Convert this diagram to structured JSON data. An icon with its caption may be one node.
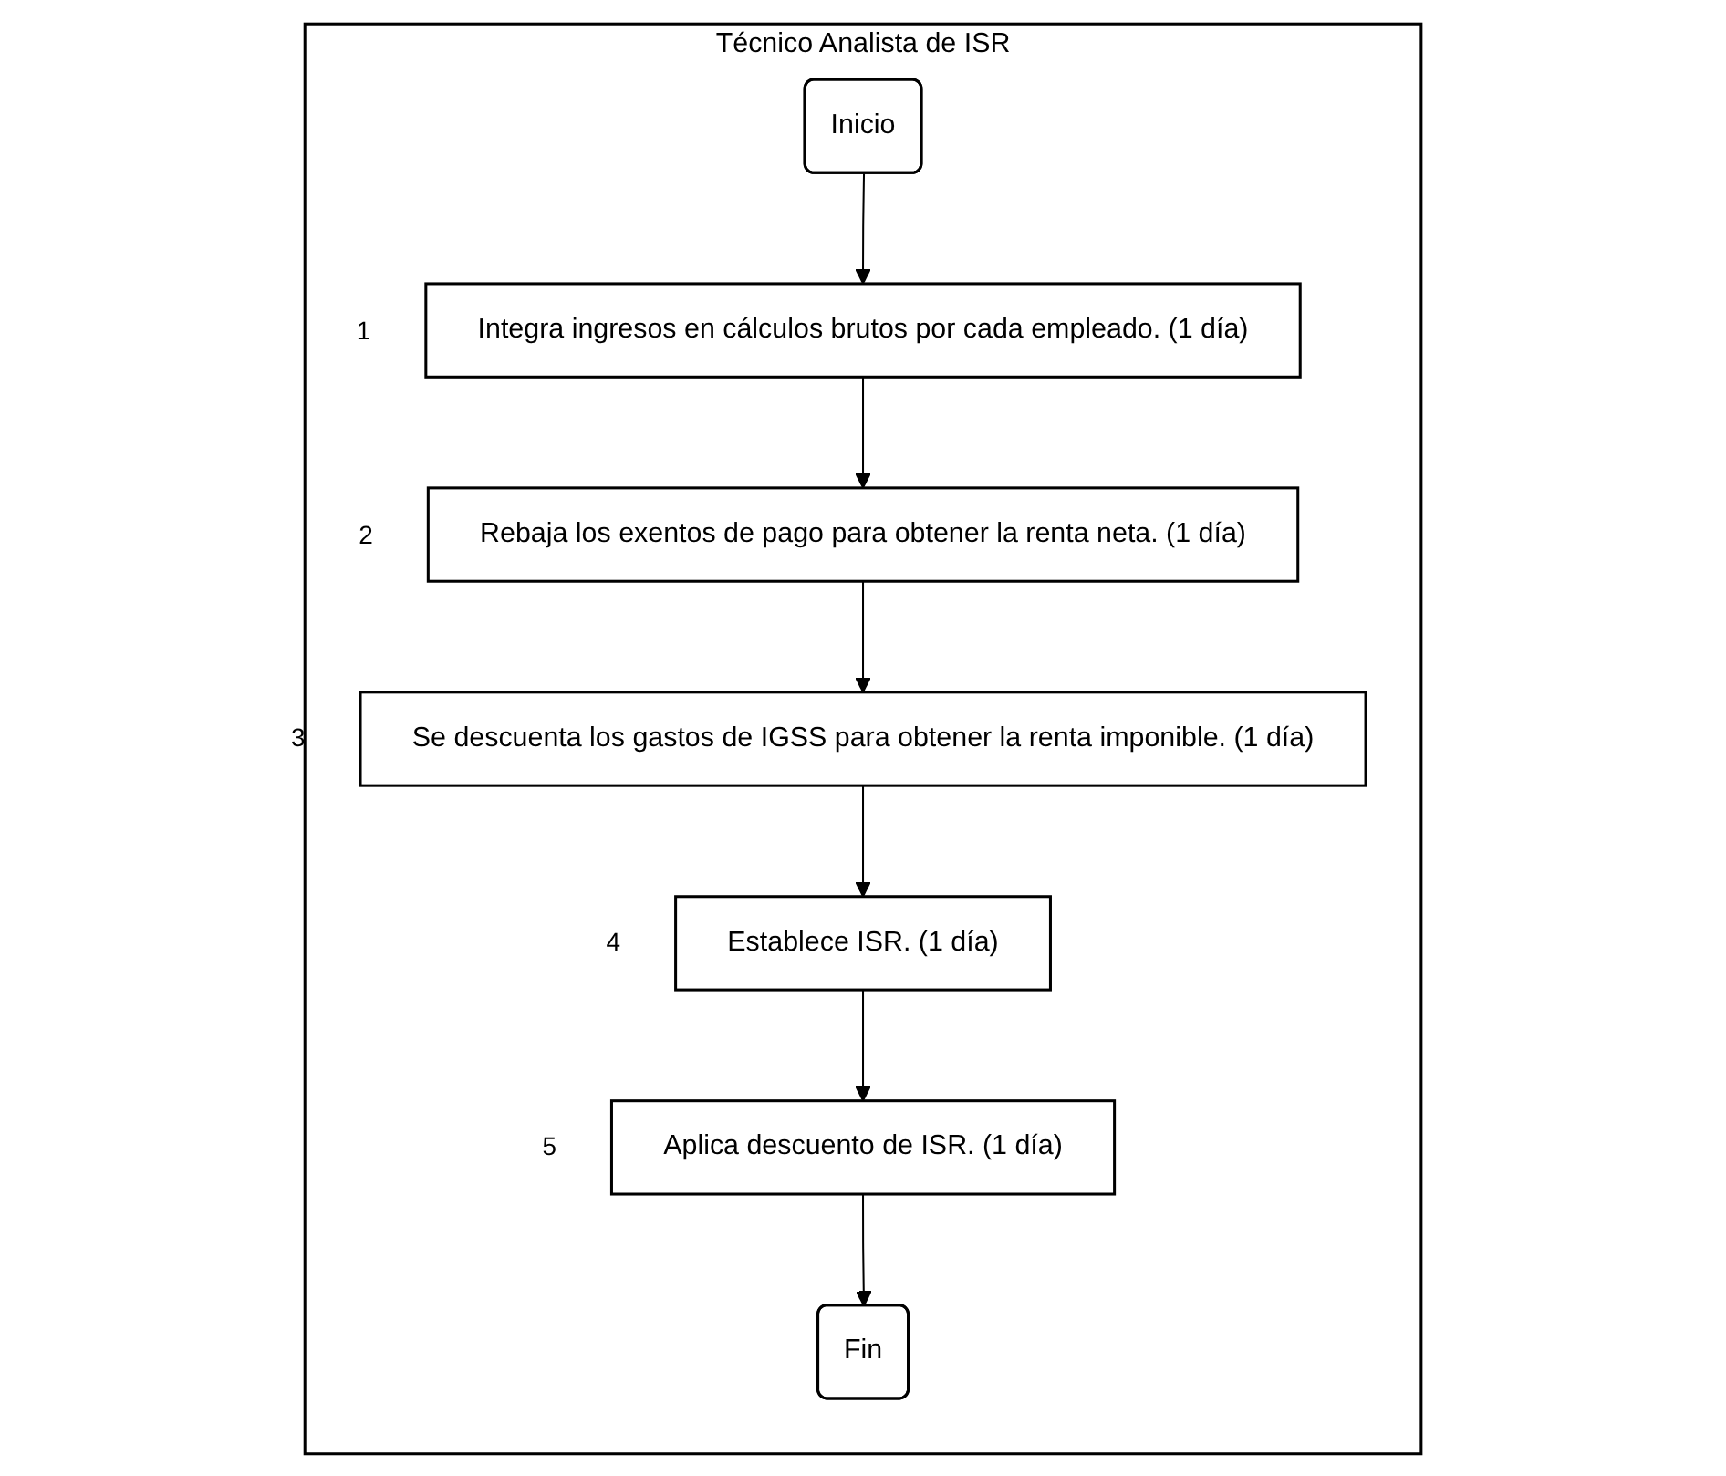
{
  "diagram": {
    "nodes": [
      {
        "text": [
          "Técnico Analista de ISR"
        ]
      },
      {
        "text": [
          "Inicio"
        ],
        "in": 0
      },
      {
        "text": [
          "Integra ingresos en cálculos brutos por cada empleado. (1 día)"
        ],
        "in": 0,
        "beside": [
          "1"
        ]
      },
      {
        "text": [
          "Rebaja los exentos de pago para obtener la renta neta. (1 día)"
        ],
        "in": 0,
        "beside": [
          "2"
        ]
      },
      {
        "text": [
          "Se descuenta los gastos de IGSS para obtener la renta imponible. (1 día)"
        ],
        "in": 0,
        "beside": [
          "3"
        ]
      },
      {
        "text": [
          "Establece ISR. (1 día)"
        ],
        "in": 0,
        "beside": [
          "4"
        ]
      },
      {
        "text": [
          "Aplica descuento de ISR. (1 día)"
        ],
        "in": 0,
        "beside": [
          "5"
        ]
      },
      {
        "text": [
          "Fin"
        ],
        "in": 0
      }
    ],
    "edges": [
      {
        "from": 1,
        "to": 2,
        "arrow": "to"
      },
      {
        "from": 2,
        "to": 3,
        "arrow": "to"
      },
      {
        "from": 3,
        "to": 4,
        "arrow": "to"
      },
      {
        "from": 4,
        "to": 5,
        "arrow": "to"
      },
      {
        "from": 5,
        "to": 6,
        "arrow": "to"
      },
      {
        "from": 6,
        "to": 7,
        "arrow": "to"
      }
    ]
  }
}
